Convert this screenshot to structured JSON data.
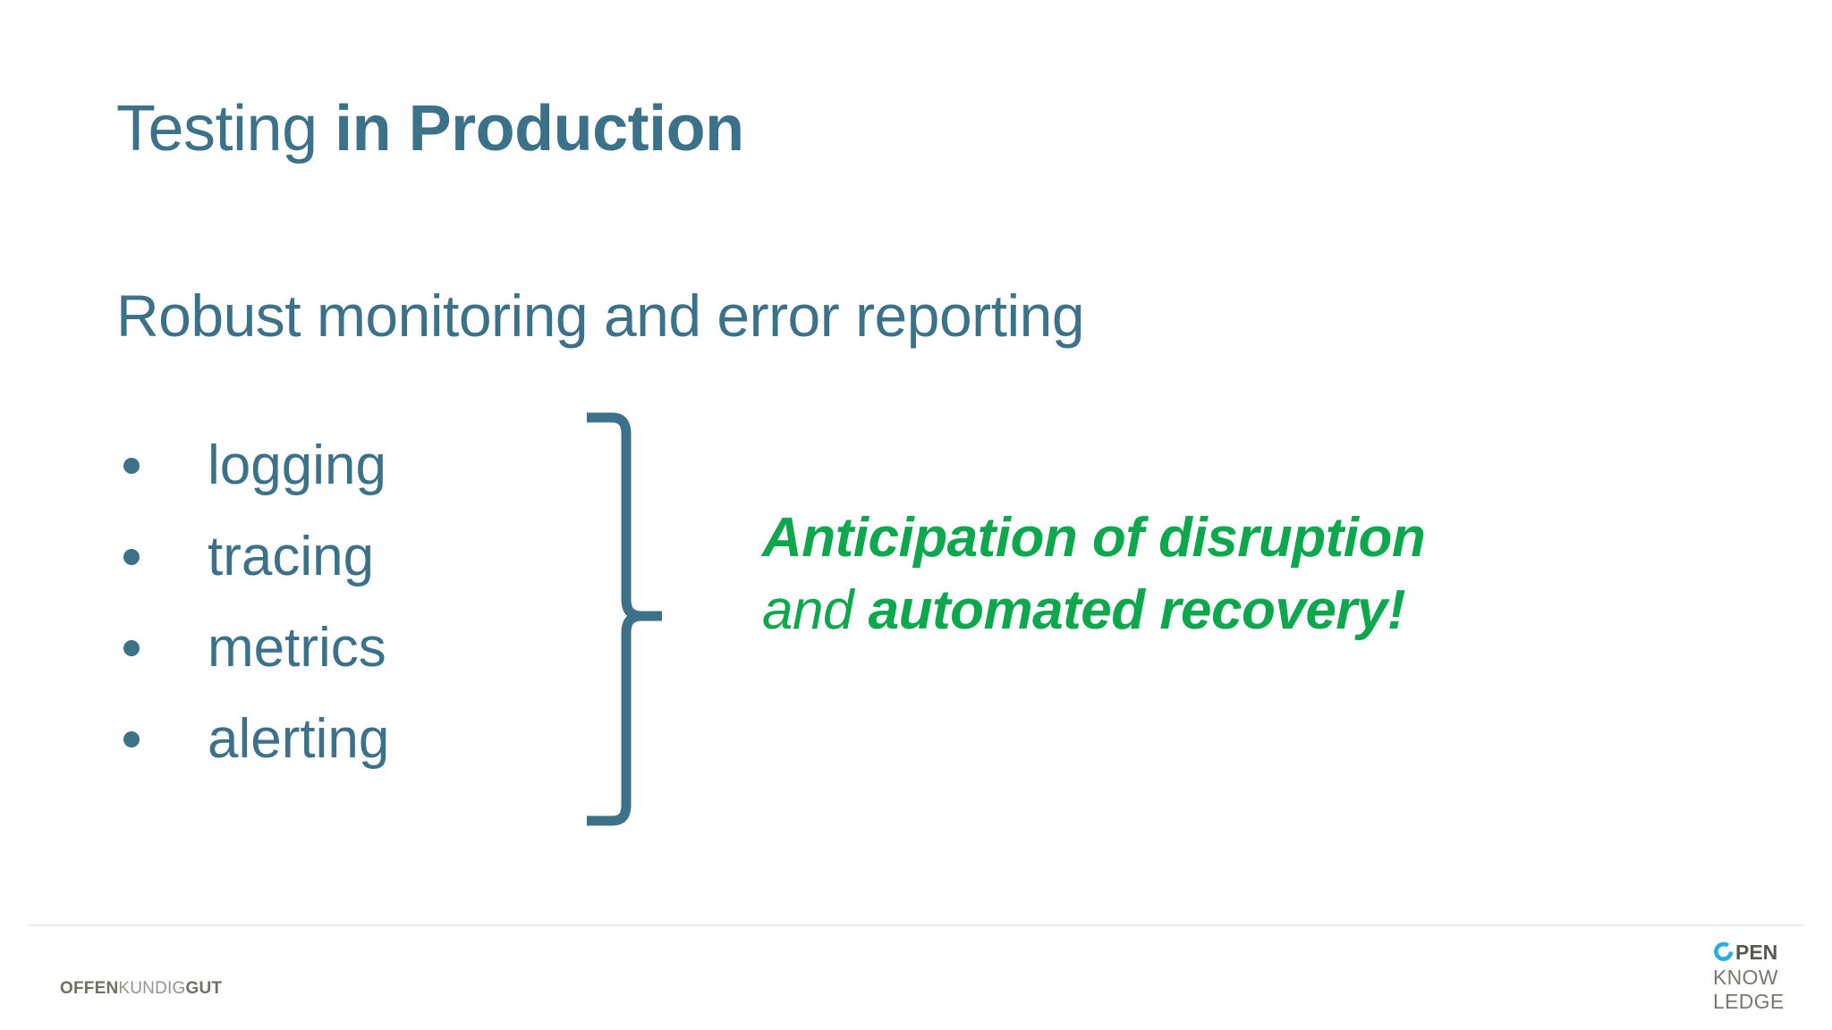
{
  "slide": {
    "title": {
      "part_light": "Testing ",
      "part_bold": "in Production"
    },
    "subtitle": "Robust monitoring and error reporting",
    "bullets": [
      {
        "label": "logging"
      },
      {
        "label": "tracing"
      },
      {
        "label": "metrics"
      },
      {
        "label": "alerting"
      }
    ],
    "brace": {
      "icon": "curly-brace-right-icon"
    },
    "callout": {
      "line1": "Anticipation of disruption",
      "line2_normal": "and ",
      "line2_bold": "automated recovery!"
    }
  },
  "footer": {
    "logo_offenkundiggut": {
      "part1_bold": "OFFEN",
      "part2_regular": "KUNDIG",
      "part3_bold": "GUT"
    },
    "logo_openknowledge": {
      "o_icon": "open-circle-icon",
      "pen": "PEN",
      "know": "KNOW",
      "ledge": "LEDGE"
    }
  },
  "colors": {
    "teal": "#3c7289",
    "green": "#0da74e",
    "rule": "#ececed",
    "okg_olive": "#7c7e6c",
    "ok_blue": "#29abe2",
    "ok_grey": "#77796e",
    "background": "#ffffff"
  }
}
